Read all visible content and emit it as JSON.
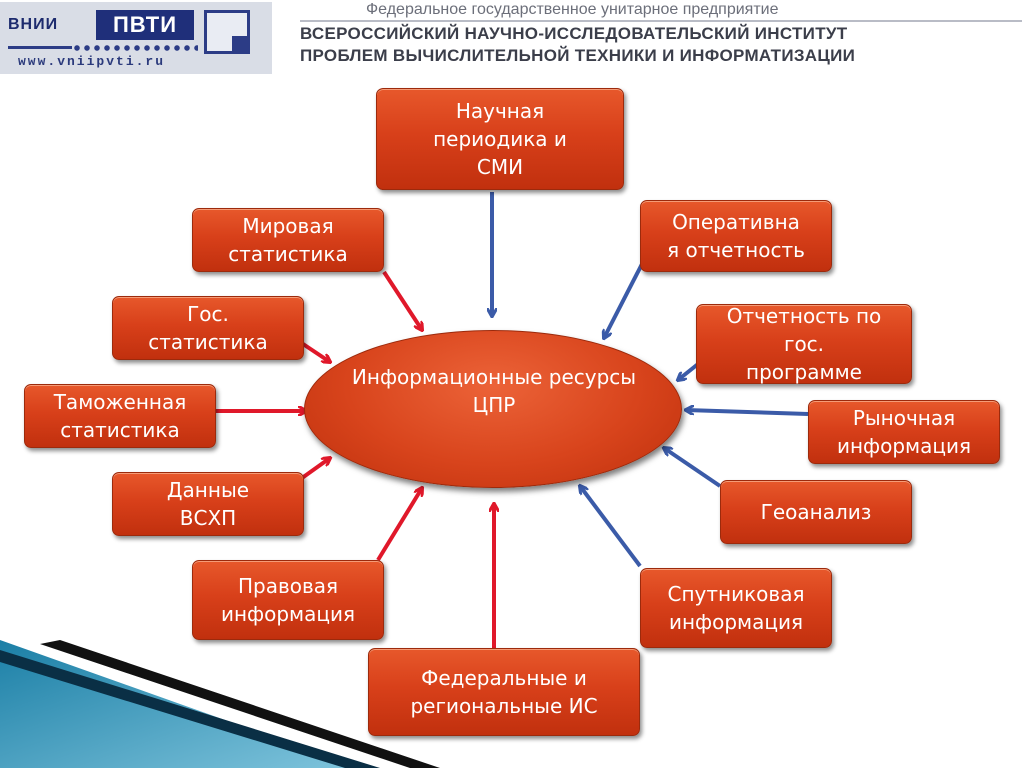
{
  "header": {
    "logo": {
      "vnii": "ВНИИ",
      "pvti": "ПВТИ",
      "url": "www.vniipvti.ru"
    },
    "line1": "Федеральное государственное унитарное предприятие",
    "line2": "ВСЕРОССИЙСКИЙ НАУЧНО-ИССЛЕДОВАТЕЛЬСКИЙ ИНСТИТУТ",
    "line3": "ПРОБЛЕМ ВЫЧИСЛИТЕЛЬНОЙ ТЕХНИКИ И ИНФОРМАТИЗАЦИИ"
  },
  "diagram": {
    "center": "Информационные ресурсы ЦПР",
    "sources": {
      "nauchnaya": [
        "Научная",
        "периодика и",
        "СМИ"
      ],
      "mirovaya": [
        "Мировая",
        "статистика"
      ],
      "gos_stat": [
        "Гос.",
        "статистика"
      ],
      "tamozh": [
        "Таможенная",
        "статистика"
      ],
      "vshp": [
        "Данные",
        "ВСХП"
      ],
      "pravovaya": [
        "Правовая",
        "информация"
      ],
      "federalnye": [
        "Федеральные и",
        "региональные ИС"
      ],
      "operativnaya": [
        "Оперативна",
        "я отчетность"
      ],
      "otchetnost": [
        "Отчетность по",
        "гос.",
        "программе"
      ],
      "rynochnaya": [
        "Рыночная",
        "информация"
      ],
      "geoanaliz": [
        "Геоанализ"
      ],
      "sputnik": [
        "Спутниковая",
        "информация"
      ]
    },
    "colors": {
      "box": "#d8401a",
      "arrow_red": "#e0182a",
      "arrow_blue": "#3b5ba8"
    }
  }
}
